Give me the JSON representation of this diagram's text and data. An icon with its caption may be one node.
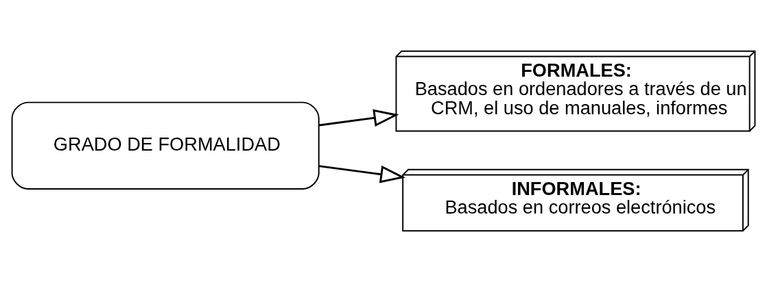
{
  "diagram": {
    "nodes": [
      {
        "text": [
          "GRADO DE FORMALIDAD"
        ]
      },
      {
        "text": [
          "FORMALES:",
          "Basados en ordenadores a través de un CRM, el uso de manuales, informes"
        ]
      },
      {
        "text": [
          "INFORMALES:",
          "Basados en correos electrónicos"
        ]
      }
    ],
    "edges": [
      {
        "from": 0,
        "to": 1,
        "arrow": "to"
      },
      {
        "from": 0,
        "to": 2,
        "arrow": "to"
      }
    ]
  }
}
